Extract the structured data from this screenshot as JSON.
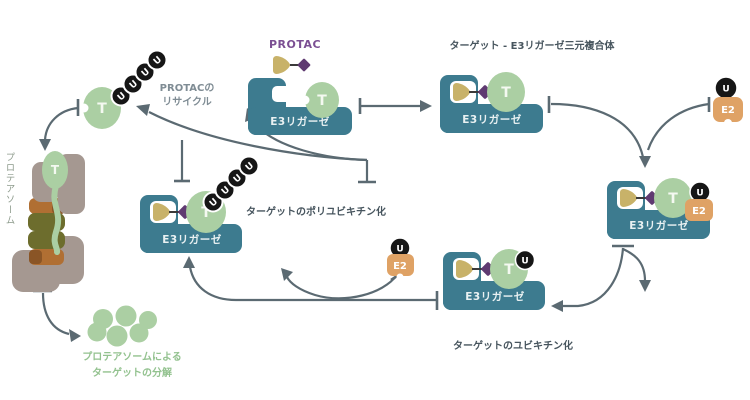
{
  "labels": {
    "protac": "PROTAC",
    "recycle_line1": "PROTACの",
    "recycle_line2": "リサイクル",
    "ternary_complex": "ターゲット - E3リガーゼ三元複合体",
    "e3_ligase": "E3リガーゼ",
    "polyubiquitination": "ターゲットのポリユビキチン化",
    "ubiquitination": "ターゲットのユビキチン化",
    "proteasome": "プロテアソーム",
    "degradation_line1": "プロテアソームによる",
    "degradation_line2": "ターゲットの分解",
    "target": "T",
    "ubiquitin": "U",
    "e2_enzyme": "E2"
  },
  "colors": {
    "e3_teal": "#3d7b8f",
    "target_green": "#abcfa3",
    "ubiquitin_black": "#161616",
    "e2_orange": "#dfa265",
    "protac_linker_tan": "#c8b269",
    "protac_ligand_purple": "#5f3a71",
    "protac_text_purple": "#7b4f93",
    "arrow_gray": "#5b6a72",
    "label_slate": "#47555e",
    "recycle_text_gray": "#7f8c94",
    "degradation_text_green": "#93c28f",
    "proteasome_gray": "#a59891",
    "proteasome_orange": "#b06f33",
    "proteasome_olive": "#6d6d2d"
  }
}
